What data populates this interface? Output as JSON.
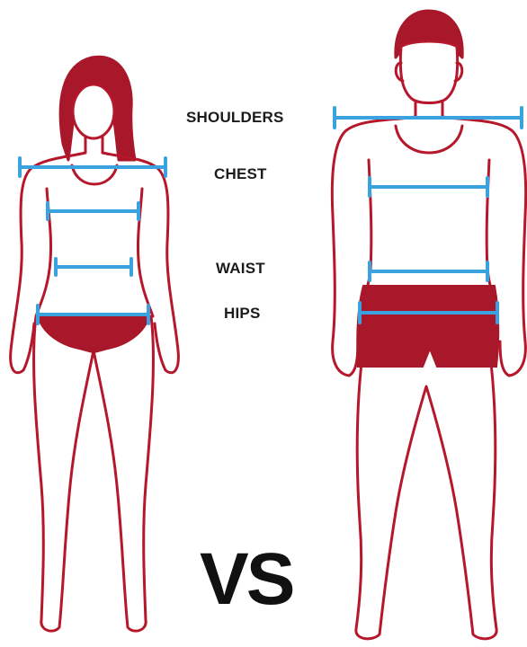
{
  "labels": {
    "shoulders": "SHOULDERS",
    "chest": "CHEST",
    "waist": "WAIST",
    "hips": "HIPS",
    "vs": "VS"
  },
  "colors": {
    "outline": "#b5172b",
    "fill": "#a8172a",
    "measure": "#3aa3df",
    "text": "#1b1b1b"
  }
}
